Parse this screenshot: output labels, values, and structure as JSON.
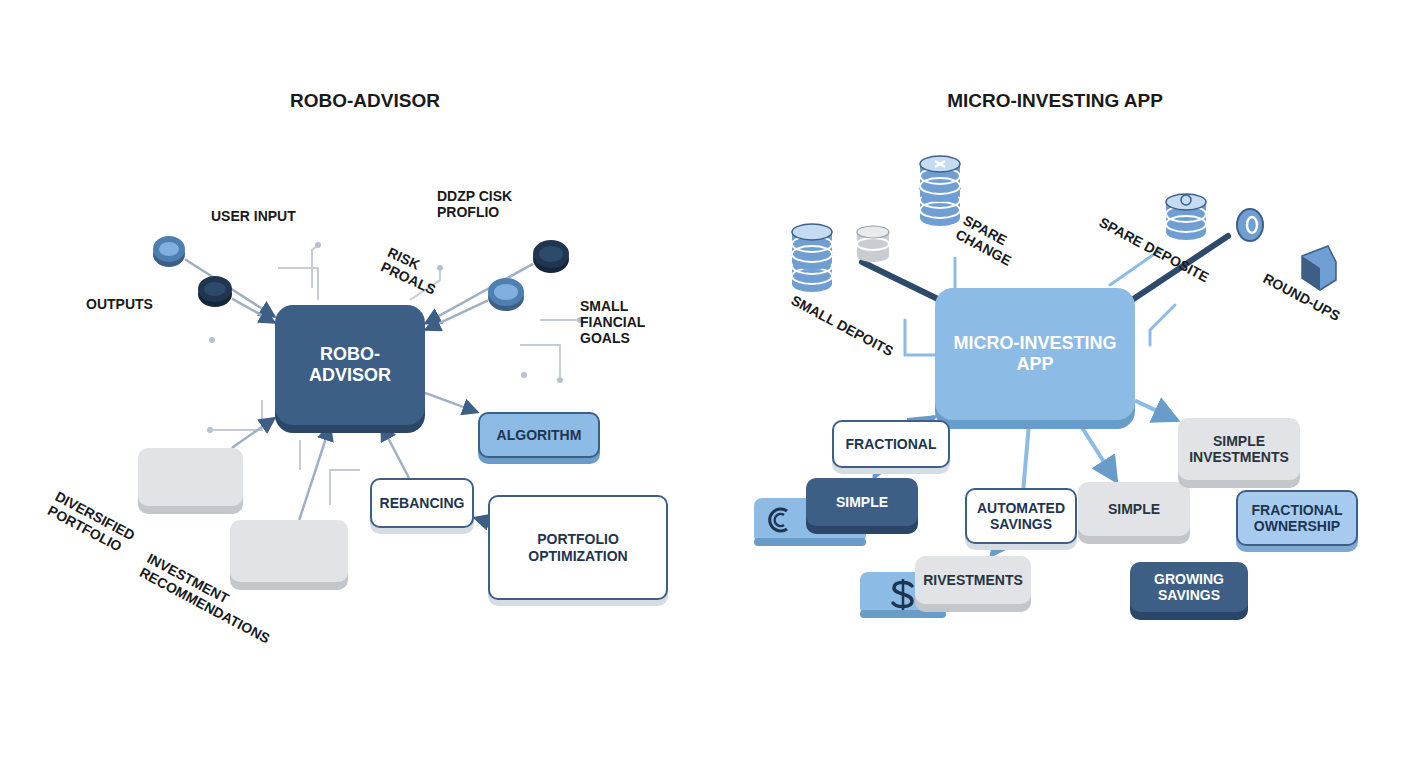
{
  "diagram": {
    "nodes": [
      {
        "text": [
          "USER INPUT"
        ]
      },
      {
        "text": [
          "OUTPUTS"
        ]
      },
      {
        "text": [
          "DDZP CISK PROFLIO"
        ]
      },
      {
        "text": [
          "SMALL FIANCIAL GOALS"
        ]
      },
      {
        "text": [
          "ROBO-ADVISOR"
        ]
      },
      {
        "text": [
          "ALGORITHM"
        ]
      },
      {
        "text": [
          "REBANCING"
        ]
      },
      {
        "text": [
          "PORTFOLIO OPTIMIZATION"
        ]
      },
      {
        "text": [
          "DIVERSIFIED PORTFOLIO"
        ]
      },
      {
        "text": [
          "INVESTMENT RECOMMENDATIONS"
        ]
      },
      {
        "text": [
          "MICRO-INVESTING APP"
        ]
      },
      {
        "text": [
          "FRACTIONAL"
        ]
      },
      {
        "text": [
          "SIMPLE"
        ]
      },
      {
        "text": [
          "AUTOMATED SAVINGS"
        ]
      },
      {
        "text": [
          "RIVESTMENTS"
        ]
      },
      {
        "text": [
          "SIMPLE"
        ]
      },
      {
        "text": [
          "SIMPLE INVESTMENTS"
        ]
      },
      {
        "text": [
          "FRACTIONAL OWNERSHIP"
        ]
      },
      {
        "text": [
          "GROWING SAVINGS"
        ]
      }
    ],
    "edges": [
      {
        "from": 0,
        "to": 4,
        "arrow": "to"
      },
      {
        "from": 1,
        "to": 4,
        "arrow": "to"
      },
      {
        "from": 2,
        "to": 4,
        "arrow": "to"
      },
      {
        "from": 3,
        "to": 4,
        "arrow": "to"
      },
      {
        "from": 4,
        "to": 5,
        "arrow": "to"
      },
      {
        "from": 6,
        "to": 4,
        "arrow": "to"
      },
      {
        "from": 7,
        "to": 6,
        "arrow": "to"
      },
      {
        "from": 8,
        "to": 4,
        "arrow": "to"
      },
      {
        "from": 9,
        "to": 4,
        "arrow": "to"
      },
      {
        "from": 11,
        "to": 10,
        "arrow": "to"
      },
      {
        "from": 11,
        "to": 12,
        "arrow": "to"
      },
      {
        "from": 13,
        "to": 10,
        "arrow": "none"
      },
      {
        "from": 13,
        "to": 14,
        "arrow": "to"
      },
      {
        "from": 10,
        "to": 15,
        "arrow": "to"
      },
      {
        "from": 10,
        "to": 16,
        "arrow": "to"
      }
    ],
    "labels": [
      "ROBO-ADVISOR",
      "MICRO-INVESTING APP",
      "RISK PROALS",
      "SMALL DEPOITS",
      "SPARE CHANGE",
      "SPARE DEPOSITE",
      "ROUND-UPS"
    ]
  }
}
